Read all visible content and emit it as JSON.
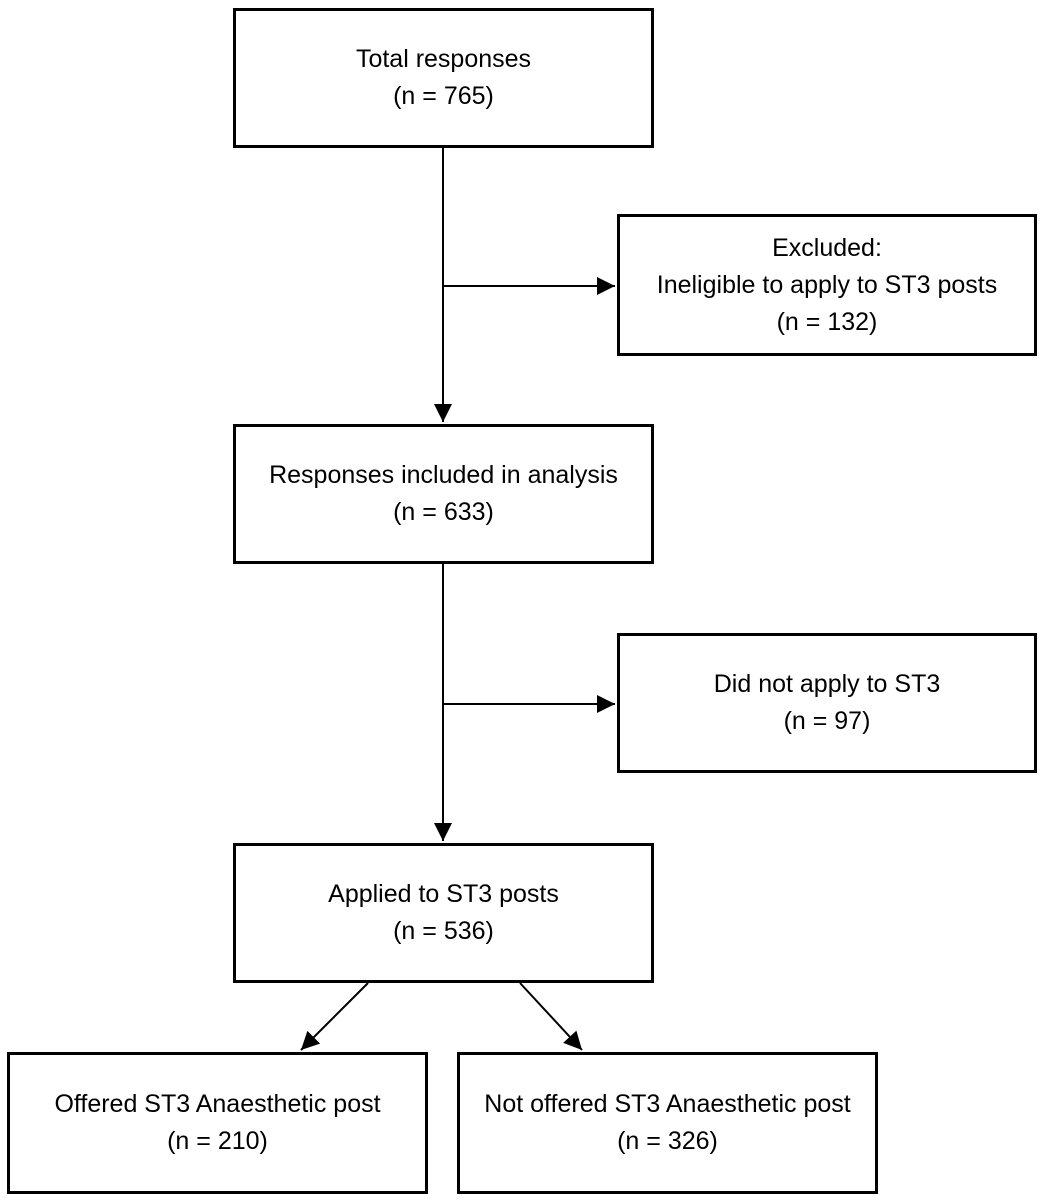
{
  "diagram": {
    "type": "flowchart",
    "background_color": "#ffffff",
    "box_border_color": "#000000",
    "line_color": "#000000",
    "text_color": "#000000",
    "nodes": {
      "total": {
        "line1": "Total responses",
        "line2": "(n = 765)"
      },
      "excluded": {
        "line1": "Excluded:",
        "line2": "Ineligible to apply to ST3 posts",
        "line3": "(n = 132)"
      },
      "included": {
        "line1": "Responses included in analysis",
        "line2": "(n = 633)"
      },
      "did_not_apply": {
        "line1": "Did not apply to ST3",
        "line2": "(n = 97)"
      },
      "applied": {
        "line1": "Applied to ST3 posts",
        "line2": "(n = 536)"
      },
      "offered": {
        "line1": "Offered ST3 Anaesthetic post",
        "line2": "(n = 210)"
      },
      "not_offered": {
        "line1": "Not offered ST3 Anaesthetic post",
        "line2": "(n = 326)"
      }
    },
    "edges": [
      {
        "from": "total",
        "to": "included"
      },
      {
        "from": "total",
        "to": "excluded"
      },
      {
        "from": "included",
        "to": "applied"
      },
      {
        "from": "included",
        "to": "did_not_apply"
      },
      {
        "from": "applied",
        "to": "offered"
      },
      {
        "from": "applied",
        "to": "not_offered"
      }
    ]
  }
}
